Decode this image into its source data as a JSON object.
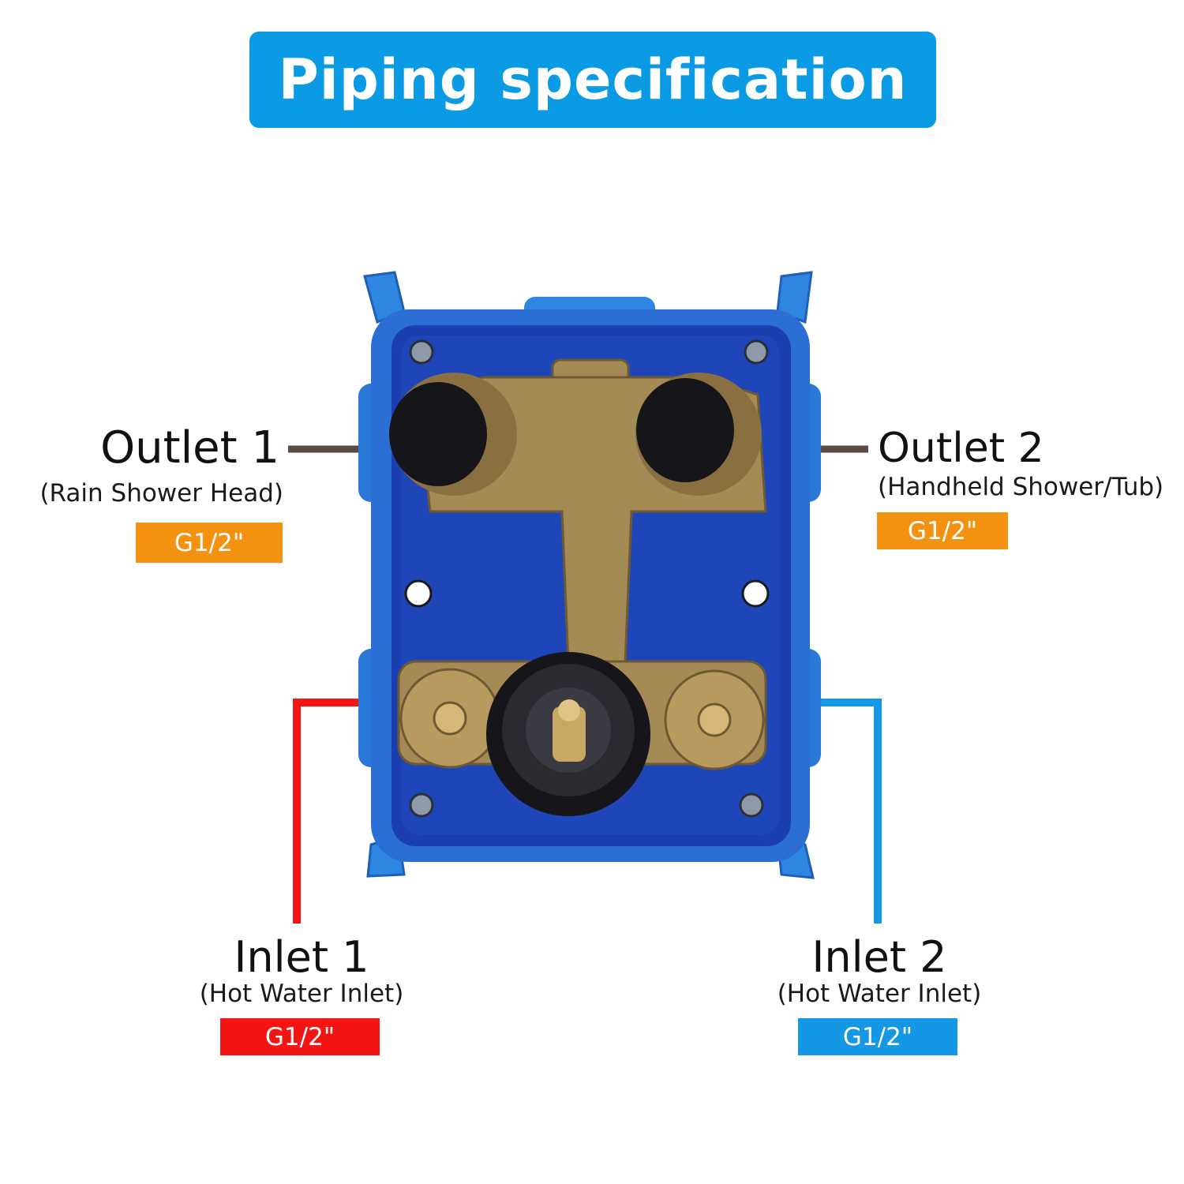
{
  "title": "Piping specification",
  "ports": {
    "outlet1": {
      "name": "Outlet 1",
      "desc": "(Rain Shower Head)",
      "size": "G1/2\""
    },
    "outlet2": {
      "name": "Outlet 2",
      "desc": "(Handheld Shower/Tub)",
      "size": "G1/2\""
    },
    "inlet1": {
      "name": "Inlet 1",
      "desc": "(Hot Water Inlet)",
      "size": "G1/2\""
    },
    "inlet2": {
      "name": "Inlet 2",
      "desc": "(Hot Water Inlet)",
      "size": "G1/2\""
    }
  },
  "colors": {
    "banner": "#0b9be4",
    "outlet_tag": "#f39210",
    "inlet1_tag": "#f31414",
    "inlet2_tag": "#1497e4",
    "outlet_line": "#5a4a42",
    "hot_line": "#f31414",
    "cold_line": "#1497e4",
    "box": "#2b6fd4",
    "box_inner": "#1b3fb0",
    "brass": "#a48a55",
    "cap": "#15151a"
  }
}
